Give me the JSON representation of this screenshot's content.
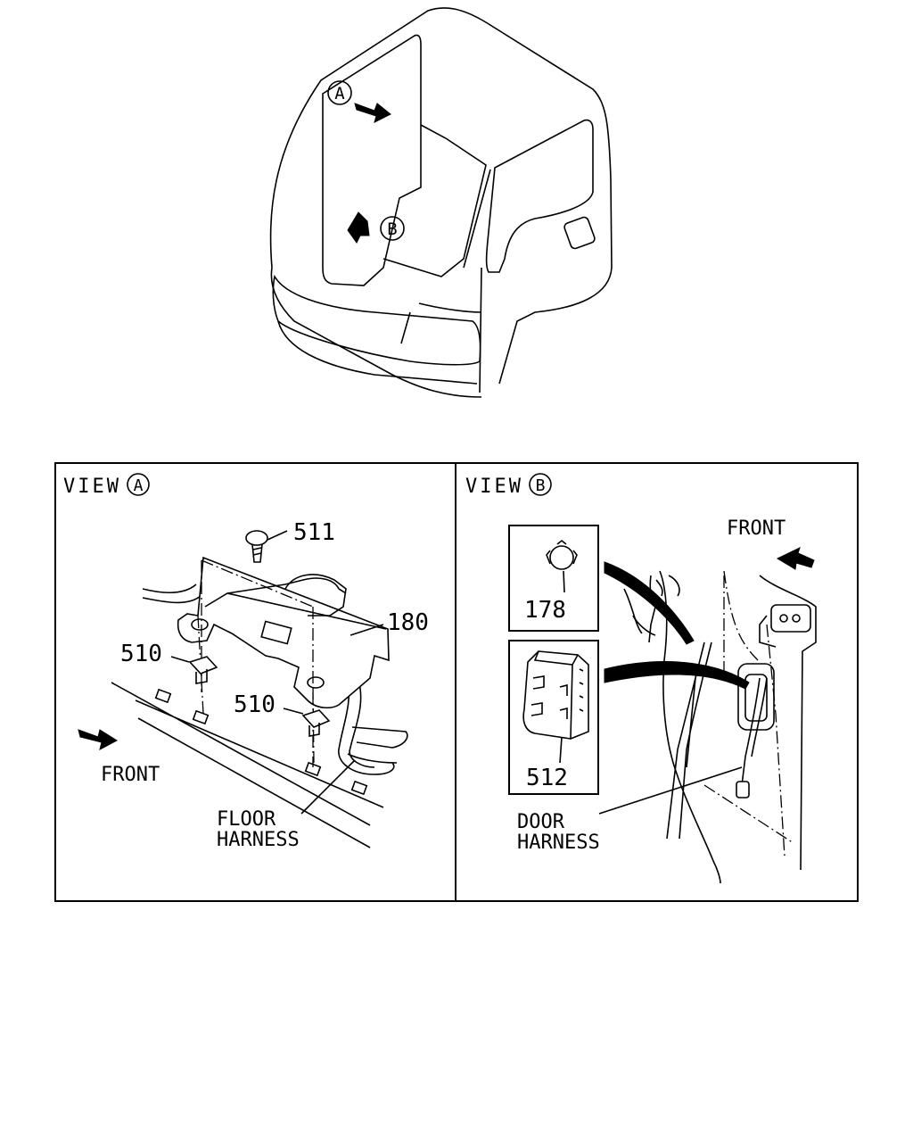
{
  "overview": {
    "marker_a": "A",
    "marker_b": "B"
  },
  "view_a": {
    "title": "VIEW",
    "marker": "A",
    "labels": {
      "p511": "511",
      "p180": "180",
      "p510_left": "510",
      "p510_right": "510",
      "front": "FRONT",
      "floor_line1": "FLOOR",
      "floor_line2": "HARNESS"
    }
  },
  "view_b": {
    "title": "VIEW",
    "marker": "B",
    "labels": {
      "front": "FRONT",
      "p178": "178",
      "p512": "512",
      "door_line1": "DOOR",
      "door_line2": "HARNESS"
    }
  }
}
